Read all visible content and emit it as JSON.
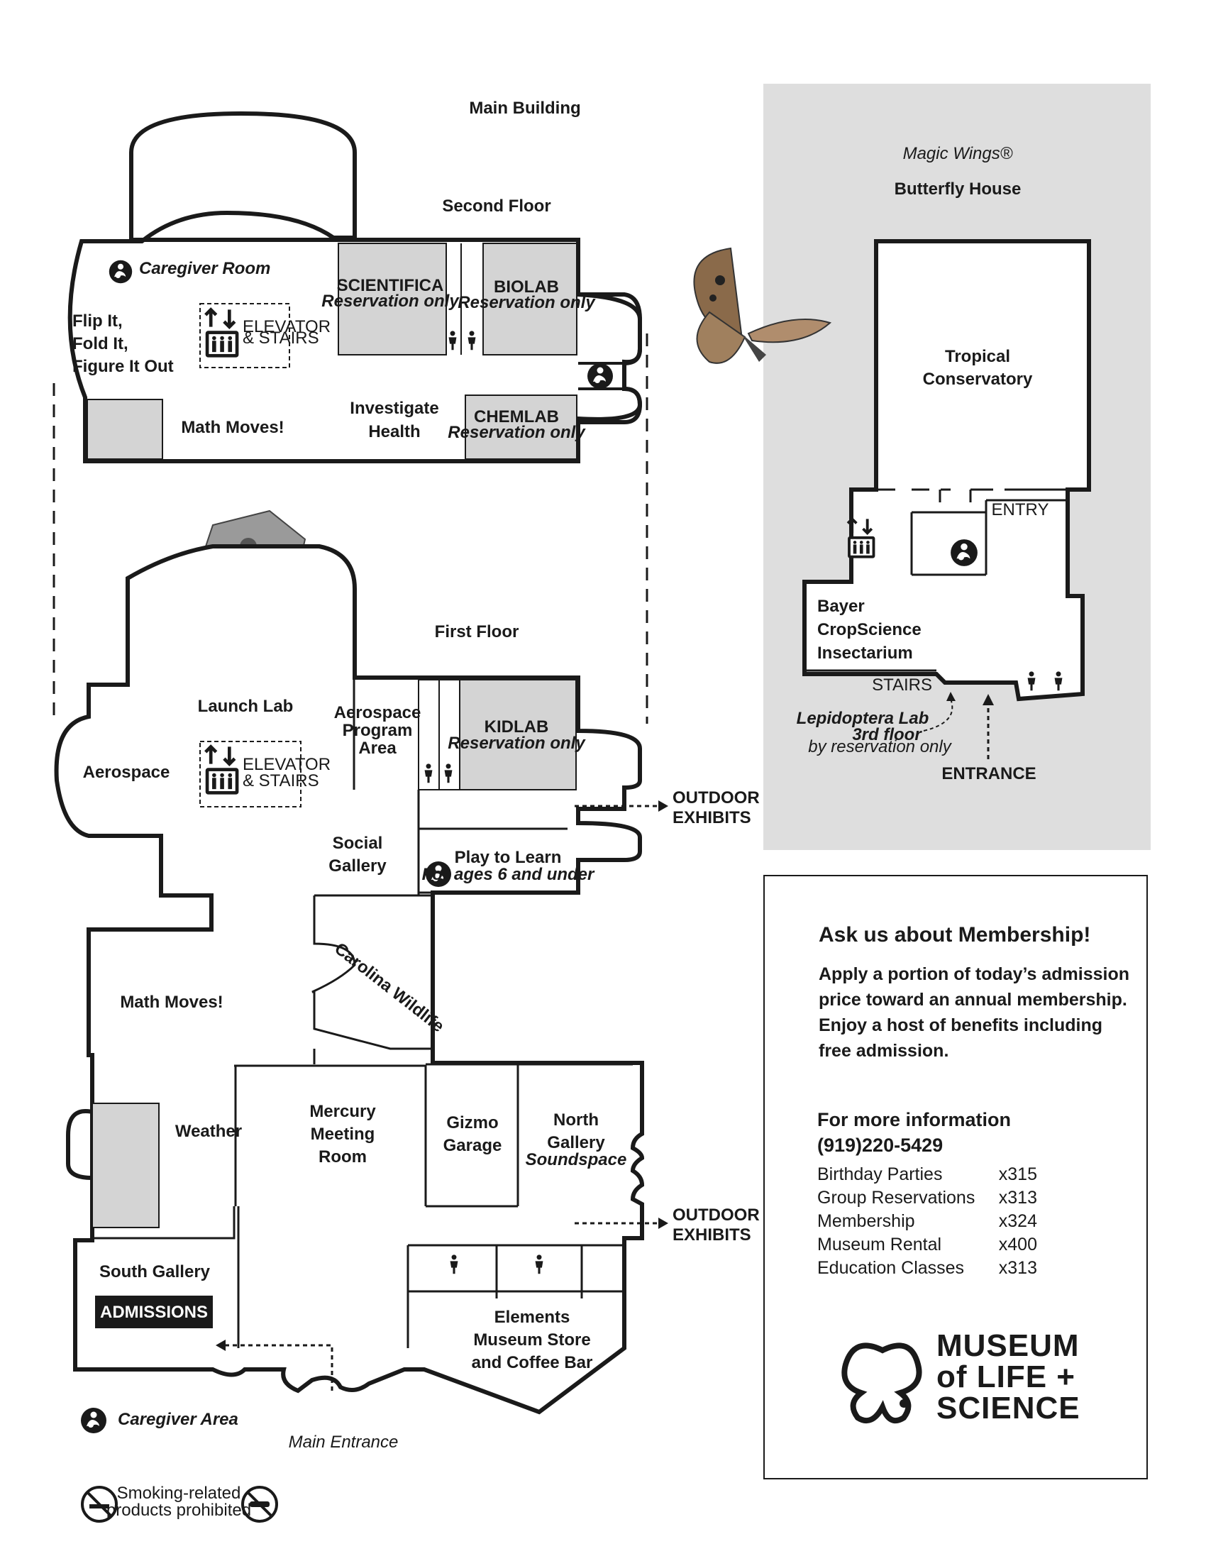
{
  "main_building": {
    "title": "Main Building",
    "second_floor": {
      "title": "Second Floor",
      "rooms": {
        "caregiver_room": "Caregiver Room",
        "flip_it": [
          "Flip It,",
          "Fold It,",
          "Figure It Out"
        ],
        "elevator": [
          "ELEVATOR",
          "& STAIRS"
        ],
        "scientifica": "SCIENTIFICA",
        "scientifica_note": "Reservation only",
        "biolab": "BIOLAB",
        "biolab_note": "Reservation only",
        "math_moves": "Math Moves!",
        "investigate_health": [
          "Investigate",
          "Health"
        ],
        "chemlab": "CHEMLAB",
        "chemlab_note": "Reservation only"
      }
    },
    "first_floor": {
      "title": "First Floor",
      "rooms": {
        "launch_lab": "Launch Lab",
        "aerospace": "Aerospace",
        "elevator": [
          "ELEVATOR",
          "& STAIRS"
        ],
        "aerospace_program": [
          "Aerospace",
          "Program",
          "Area"
        ],
        "kidlab": "KIDLAB",
        "kidlab_note": "Reservation only",
        "social_gallery": [
          "Social",
          "Gallery"
        ],
        "play_to_learn": "Play to Learn",
        "play_to_learn_note": "For ages 6 and under",
        "carolina_wildlife": "Carolina Wildlife",
        "math_moves": "Math Moves!",
        "weather": "Weather",
        "mercury_meeting_room": [
          "Mercury",
          "Meeting",
          "Room"
        ],
        "gizmo_garage": [
          "Gizmo",
          "Garage"
        ],
        "north_gallery": [
          "North",
          "Gallery"
        ],
        "north_gallery_note": "Soundspace",
        "south_gallery": "South Gallery",
        "admissions": "ADMISSIONS",
        "elements": [
          "Elements",
          "Museum Store",
          "and Coffee Bar"
        ]
      },
      "outdoor_exhibits": [
        "OUTDOOR",
        "EXHIBITS"
      ],
      "main_entrance": "Main Entrance"
    },
    "legend": {
      "caregiver_area": "Caregiver Area",
      "smoking": [
        "Smoking-related",
        "products prohibited"
      ]
    }
  },
  "butterfly_house": {
    "title_line1": "Magic Wings®",
    "title_line2": "Butterfly House",
    "tropical": [
      "Tropical",
      "Conservatory"
    ],
    "entry": "ENTRY",
    "insectarium": [
      "Bayer",
      "CropScience",
      "Insectarium"
    ],
    "stairs": "STAIRS",
    "lepidoptera": [
      "Lepidoptera Lab",
      "3rd floor",
      "by reservation only"
    ],
    "entrance": "ENTRANCE"
  },
  "membership": {
    "title": "Ask us about Membership!",
    "text": "Apply a portion of today’s admission price toward an annual membership. Enjoy a host of benefits including free admission.",
    "info_title": "For more information",
    "phone": "(919)220-5429",
    "extensions": [
      {
        "label": "Birthday Parties",
        "ext": "x315"
      },
      {
        "label": "Group Reservations",
        "ext": "x313"
      },
      {
        "label": "Membership",
        "ext": "x324"
      },
      {
        "label": "Museum Rental",
        "ext": "x400"
      },
      {
        "label": "Education Classes",
        "ext": "x313"
      }
    ]
  },
  "logo": {
    "line1": "MUSEUM",
    "line2": "of LIFE +",
    "line3": "SCIENCE"
  },
  "colors": {
    "room_fill": "#d4d4d4",
    "panel_gray": "#dedede",
    "ink": "#1a1a1a"
  }
}
